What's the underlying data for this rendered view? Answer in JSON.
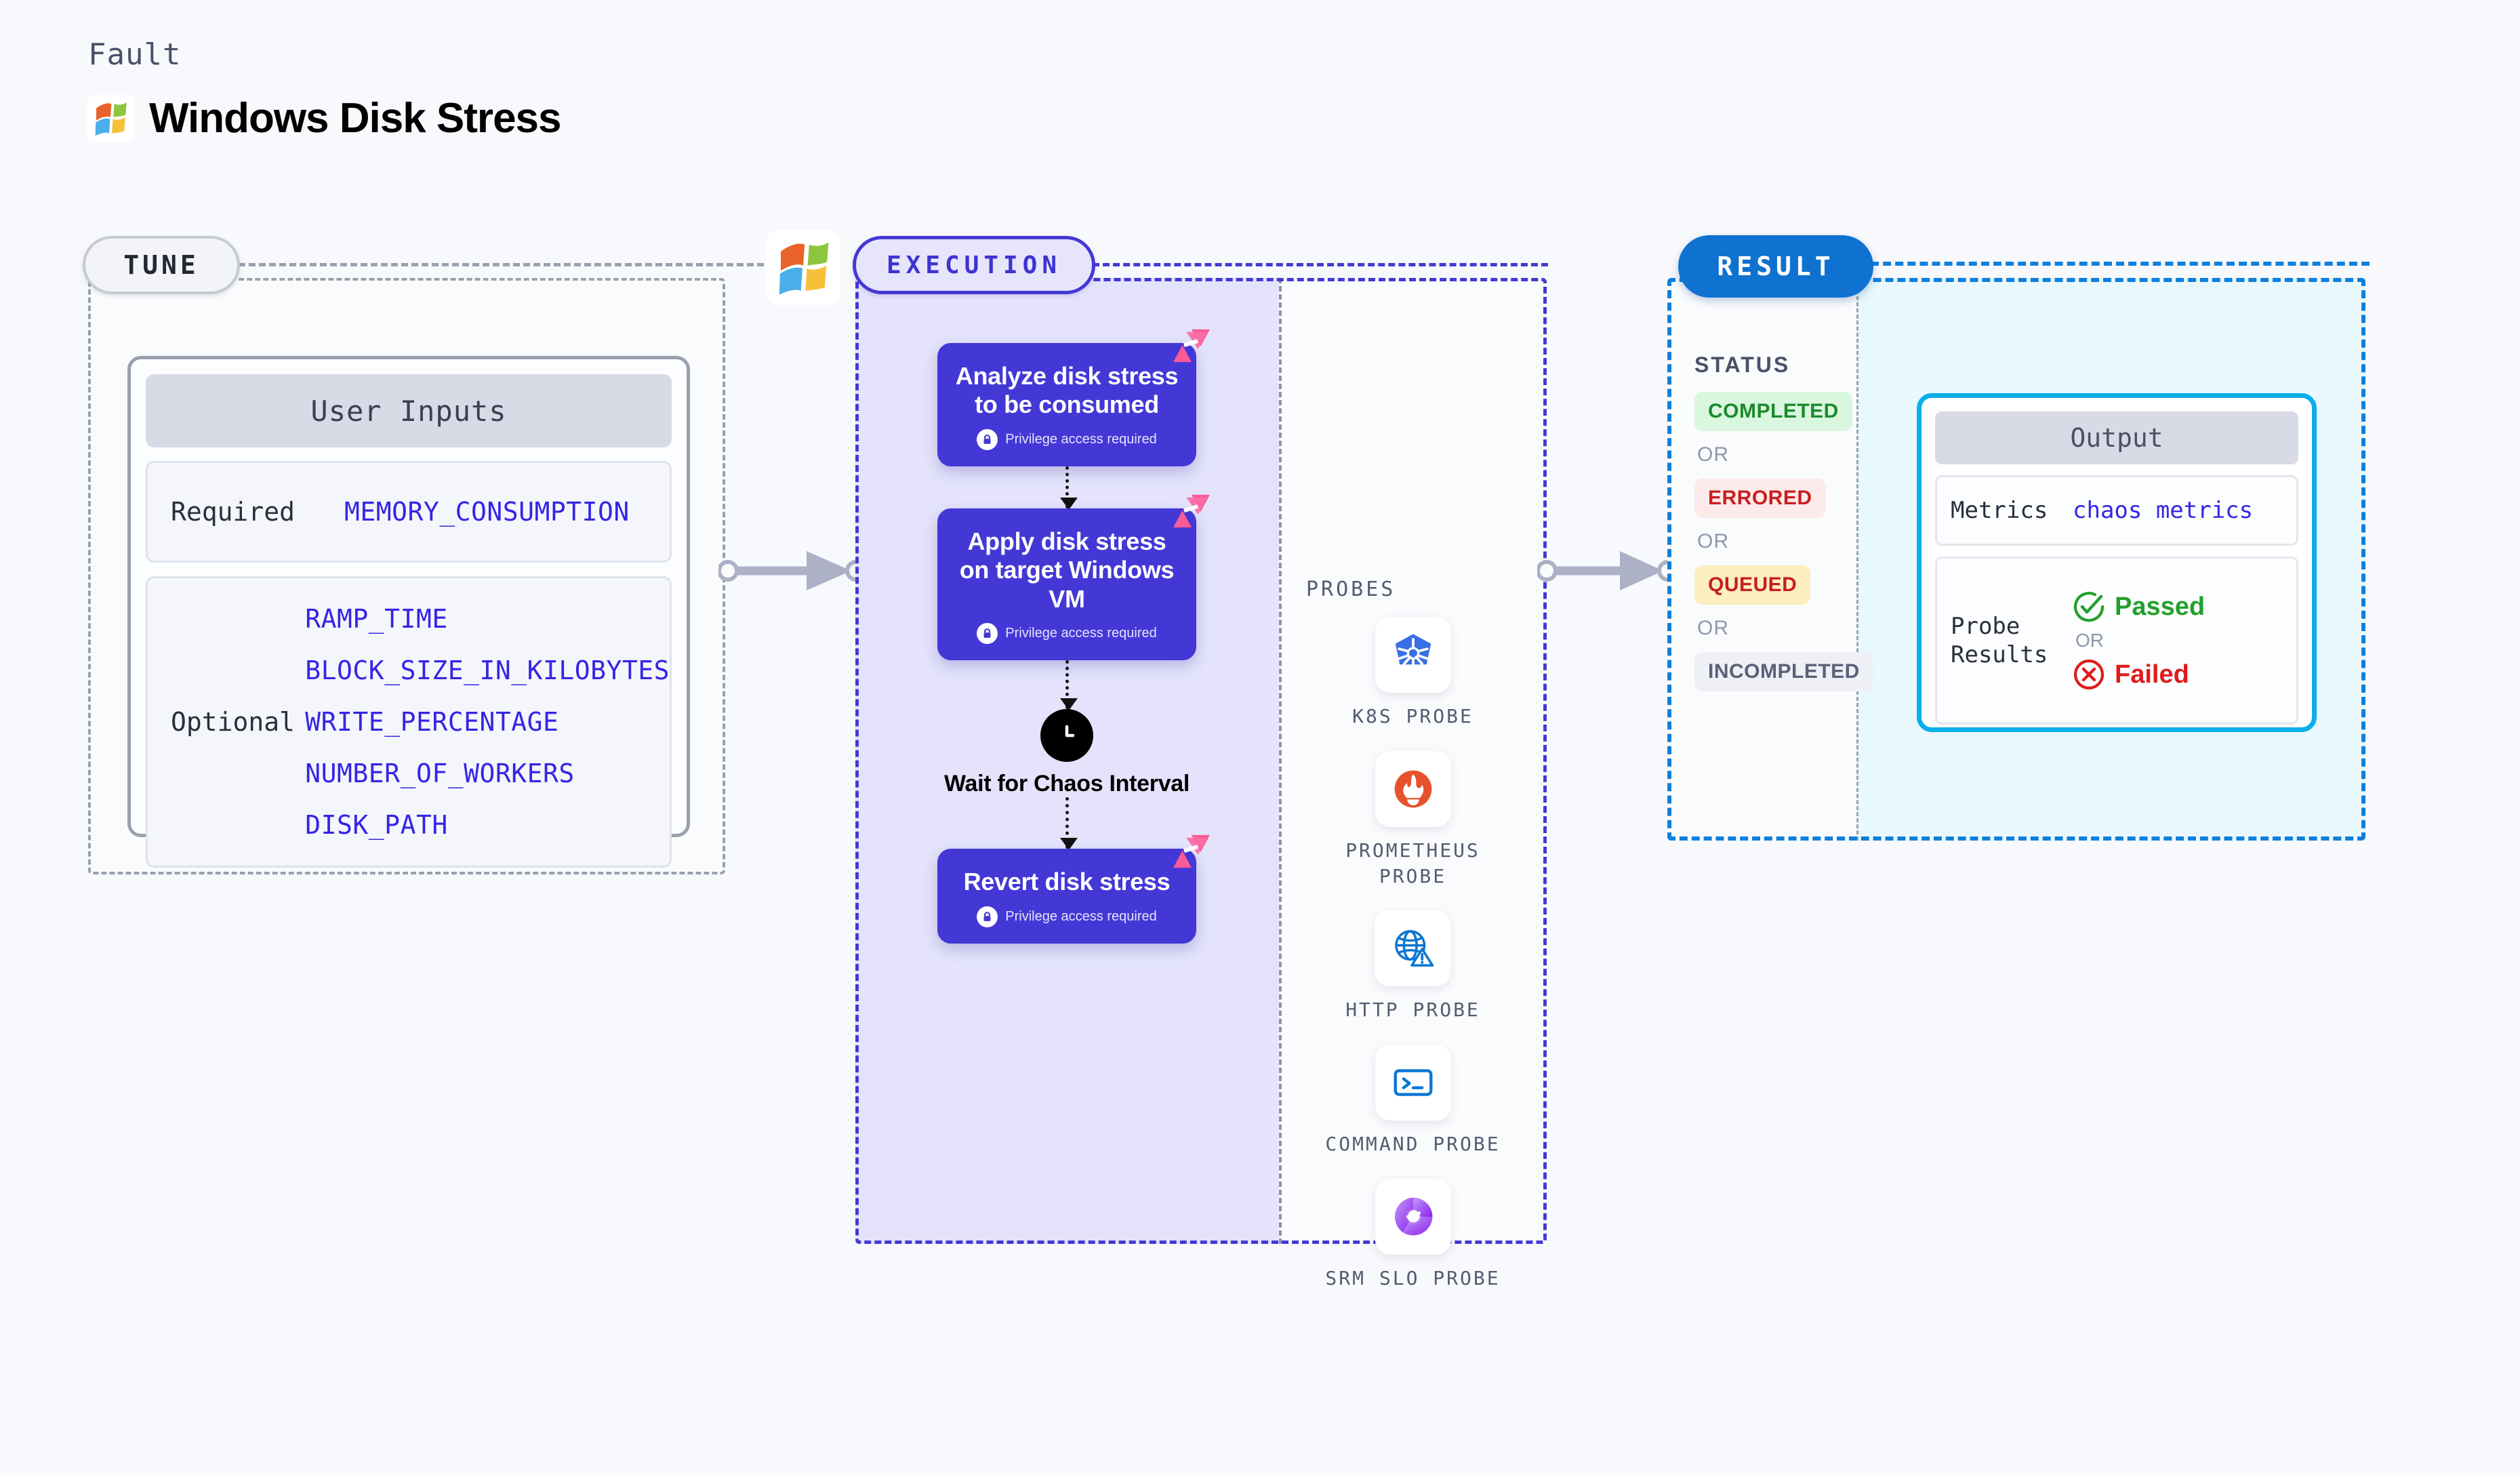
{
  "header": {
    "kicker": "Fault",
    "title": "Windows Disk Stress",
    "logo_icon": "windows-logo-icon"
  },
  "tune": {
    "pill_label": "TUNE",
    "logo_icon": "windows-logo-icon",
    "card": {
      "title": "User Inputs",
      "rows": [
        {
          "label": "Required",
          "values": [
            "MEMORY_CONSUMPTION"
          ]
        },
        {
          "label": "Optional",
          "values": [
            "RAMP_TIME",
            "BLOCK_SIZE_IN_KILOBYTES",
            "WRITE_PERCENTAGE",
            "NUMBER_OF_WORKERS",
            "DISK_PATH"
          ]
        }
      ]
    }
  },
  "execution": {
    "pill_label": "EXECUTION",
    "privilege_note": "Privilege access required",
    "steps": [
      {
        "title": "Analyze disk stress to be consumed",
        "privileged": true
      },
      {
        "title": "Apply disk stress on target Windows VM",
        "privileged": true
      }
    ],
    "wait_node": {
      "label": "Wait for Chaos Interval",
      "icon": "clock-icon"
    },
    "final_step": {
      "title": "Revert disk stress",
      "privileged": true
    },
    "probes_label": "PROBES",
    "probes": [
      {
        "label": "K8S PROBE",
        "icon": "kubernetes-icon"
      },
      {
        "label": "PROMETHEUS PROBE",
        "icon": "prometheus-icon"
      },
      {
        "label": "HTTP PROBE",
        "icon": "http-globe-warning-icon"
      },
      {
        "label": "COMMAND PROBE",
        "icon": "terminal-icon"
      },
      {
        "label": "SRM SLO PROBE",
        "icon": "srm-slo-icon"
      }
    ]
  },
  "result": {
    "pill_label": "RESULT",
    "status_label": "STATUS",
    "or_label": "OR",
    "statuses": [
      {
        "label": "COMPLETED",
        "color": "#1a8a2c",
        "bg": "#d9f7de"
      },
      {
        "label": "ERRORED",
        "color": "#c91f1f",
        "bg": "#fdeaea"
      },
      {
        "label": "QUEUED",
        "color": "#c51f1f",
        "bg": "#fdeebe"
      },
      {
        "label": "INCOMPLETED",
        "color": "#5a6178",
        "bg": "#eef0f6"
      }
    ],
    "output": {
      "title": "Output",
      "metrics_label": "Metrics",
      "metrics_value": "chaos metrics",
      "probe_results_label": "Probe Results",
      "passed_label": "Passed",
      "failed_label": "Failed",
      "or_label": "OR"
    }
  },
  "colors": {
    "page_bg": "#f8f9fc",
    "tune_border": "#9aa0ae",
    "execution_accent": "#4338d6",
    "execution_bg": "#e4e3fb",
    "result_accent": "#0f7fdb",
    "result_bg": "#e9f8fd",
    "output_border": "#0aaeea",
    "param_text": "#3525e6",
    "chaos_badge": "#fa5a96",
    "connector": "#adb1c6"
  }
}
